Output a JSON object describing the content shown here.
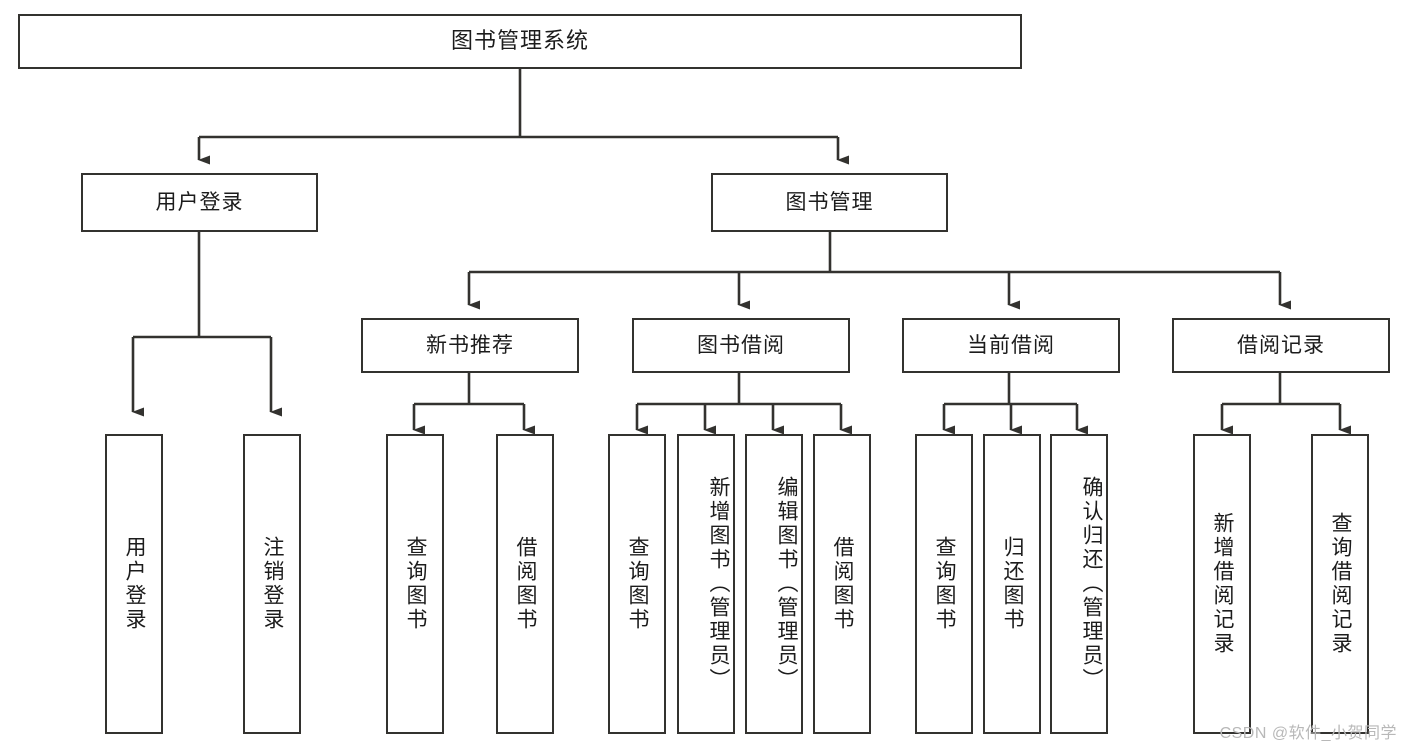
{
  "diagram": {
    "title": "图书管理系统",
    "stroke_color": "#33322f",
    "text_color": "#1c1c1c",
    "background": "#ffffff",
    "root": {
      "label": "图书管理系统"
    },
    "level2": [
      {
        "label": "用户登录"
      },
      {
        "label": "图书管理"
      }
    ],
    "level3": [
      {
        "label": "新书推荐"
      },
      {
        "label": "图书借阅"
      },
      {
        "label": "当前借阅"
      },
      {
        "label": "借阅记录"
      }
    ],
    "leaves": {
      "user_login": [
        {
          "label": "用户登录"
        },
        {
          "label": "注销登录"
        }
      ],
      "new_book_recommend": [
        {
          "label": "查询图书"
        },
        {
          "label": "借阅图书"
        }
      ],
      "book_borrow": [
        {
          "label": "查询图书"
        },
        {
          "label": "新增图书（管理员）"
        },
        {
          "label": "编辑图书（管理员）"
        },
        {
          "label": "借阅图书"
        }
      ],
      "current_borrow": [
        {
          "label": "查询图书"
        },
        {
          "label": "归还图书"
        },
        {
          "label": "确认归还（管理员）"
        }
      ],
      "borrow_record": [
        {
          "label": "新增借阅记录"
        },
        {
          "label": "查询借阅记录"
        }
      ]
    }
  },
  "watermark": {
    "text": "CSDN @软件_小贺同学"
  }
}
